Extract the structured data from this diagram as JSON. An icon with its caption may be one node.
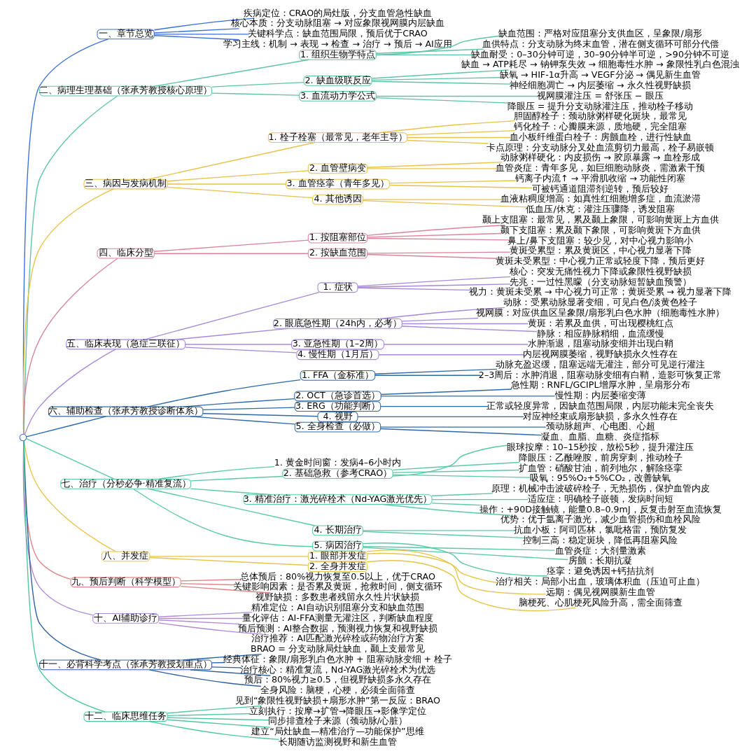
{
  "diagram": {
    "nodes": [
      {
        "text": [],
        "shape": "circle"
      },
      {
        "text": [
          "一、章节总览"
        ]
      },
      {
        "text": [
          "疾病定位：CRAO的局灶版，分支血管急性缺血"
        ]
      },
      {
        "text": [
          "核心本质：分支动脉阻塞 → 对应象限视网膜内层缺血"
        ]
      },
      {
        "text": [
          "关键科学点：缺血范围局限，预后优于CRAO"
        ]
      },
      {
        "text": [
          "学习主线：机制 → 表现 → 检查 → 治疗 → 预后 → AI应用"
        ]
      },
      {
        "text": [
          "二、病理生理基础（张承芳教授核心原理）"
        ]
      },
      {
        "text": [
          "1. 组织生物学特点"
        ]
      },
      {
        "text": [
          "缺血范围：严格对应阻塞分支供血区，呈象限/扇形"
        ]
      },
      {
        "text": [
          "血供特点：分支动脉为终末血管，潜在侧支循环可部分代偿"
        ]
      },
      {
        "text": [
          "缺血耐受：0–30分钟可逆，30–90分钟半可逆，>90分钟不可逆"
        ]
      },
      {
        "text": [
          "2. 缺血级联反应"
        ]
      },
      {
        "text": [
          "缺血 → ATP耗尽 → 钠钾泵失效 → 细胞毒性水肿 → 象限性乳白色混浊"
        ]
      },
      {
        "text": [
          "缺氧 → HIF-1α升高 → VEGF分泌 → 偶见新生血管"
        ]
      },
      {
        "text": [
          "神经细胞凋亡 → 内层萎缩 → 永久性视野缺损"
        ]
      },
      {
        "text": [
          "3. 血流动力学公式"
        ]
      },
      {
        "text": [
          "视网膜灌注压 = 舒张压 − 眼压"
        ]
      },
      {
        "text": [
          "降眼压 = 提升分支动脉灌注压，推动栓子移动"
        ]
      },
      {
        "text": [
          "三、病因与发病机制"
        ]
      },
      {
        "text": [
          "1. 栓子栓塞（最常见，老年主导）"
        ]
      },
      {
        "text": [
          "胆固醇栓子：颈动脉粥样硬化斑块，最常见"
        ]
      },
      {
        "text": [
          "钙化栓子：心瓣膜来源，质地硬，完全阻塞"
        ]
      },
      {
        "text": [
          "血小板纤维蛋白栓子：房颤血栓，进行性缺血"
        ]
      },
      {
        "text": [
          "卡点原理：分支动脉分叉处血流剪切力最高，栓子易嵌顿"
        ]
      },
      {
        "text": [
          "2. 血管壁病变"
        ]
      },
      {
        "text": [
          "动脉粥样硬化：内皮损伤 → 胶原暴露 → 血栓形成"
        ]
      },
      {
        "text": [
          "血管炎症：青年多见，如巨细胞动脉炎，需激素干预"
        ]
      },
      {
        "text": [
          "3. 血管痉挛（青年多见）"
        ]
      },
      {
        "text": [
          "钙离子内流↑ → 平滑肌收缩 → 功能性闭塞"
        ]
      },
      {
        "text": [
          "可被钙通道阻滞剂逆转，预后较好"
        ]
      },
      {
        "text": [
          "4. 其他诱因"
        ]
      },
      {
        "text": [
          "血液粘稠度增高：如真性红细胞增多症，血流淤滞"
        ]
      },
      {
        "text": [
          "低血压/休克：灌注压骤降，诱发阻塞"
        ]
      },
      {
        "text": [
          "四、临床分型"
        ]
      },
      {
        "text": [
          "1. 按阻塞部位"
        ]
      },
      {
        "text": [
          "颞上支阻塞：最常见，累及颞上象限，可影响黄斑上方血供"
        ]
      },
      {
        "text": [
          "颞下支阻塞：累及颞下象限，可影响黄斑下方血供"
        ]
      },
      {
        "text": [
          "鼻上/鼻下支阻塞：较少见，对中心视力影响小"
        ]
      },
      {
        "text": [
          "2. 按缺血范围"
        ]
      },
      {
        "text": [
          "黄斑受累型：累及黄斑区，中心视力显著下降"
        ]
      },
      {
        "text": [
          "黄斑未受累型：中心视力正常或轻度下降，预后更好"
        ]
      },
      {
        "text": [
          "五、临床表现（急症三联征）"
        ]
      },
      {
        "text": [
          "1. 症状"
        ]
      },
      {
        "text": [
          "核心：突发无痛性视力下降或象限性视野缺损"
        ]
      },
      {
        "text": [
          "先兆：一过性黑矇（分支动脉短暂缺血预警）"
        ]
      },
      {
        "text": [
          "视力：黄斑未受累 → 中心视力可正常；黄斑受累 → 视力显著下降"
        ]
      },
      {
        "text": [
          "2. 眼底急性期（24h内，必考）"
        ]
      },
      {
        "text": [
          "动脉：受累动脉显著变细，可见白色/淡黄色栓子"
        ]
      },
      {
        "text": [
          "视网膜：对应供血区呈象限/扇形乳白色水肿（细胞毒性水肿）"
        ]
      },
      {
        "text": [
          "黄斑：若累及血供，可出现樱桃红点"
        ]
      },
      {
        "text": [
          "静脉：相应静脉稍细，血流缓慢"
        ]
      },
      {
        "text": [
          "3. 亚急性期（1–2周）"
        ]
      },
      {
        "text": [
          "水肿渐退，阻塞动脉变细并出现白鞘"
        ]
      },
      {
        "text": [
          "4. 慢性期（1月后）"
        ]
      },
      {
        "text": [
          "内层视网膜萎缩，视野缺损永久性存在"
        ]
      },
      {
        "text": [
          "六、辅助检查（张承芳教授诊断体系）"
        ]
      },
      {
        "text": [
          "1. FFA（金标准）"
        ]
      },
      {
        "text": [
          "动脉充盈迟缓，阻塞远端无灌注，部分可见逆行灌注"
        ]
      },
      {
        "text": [
          "2–3周后：水肿消退，阻塞动脉变细有白鞘，造影可恢复正常"
        ]
      },
      {
        "text": [
          "2. OCT（急诊首选）"
        ]
      },
      {
        "text": [
          "急性期：RNFL/GCIPL增厚水肿，呈扇形分布"
        ]
      },
      {
        "text": [
          "慢性期：内层萎缩变薄"
        ]
      },
      {
        "text": [
          "3. ERG（功能判断）"
        ]
      },
      {
        "text": [
          "正常或轻度异常，因缺血范围局限，内层功能未完全丧失"
        ]
      },
      {
        "text": [
          "4. 视野"
        ]
      },
      {
        "text": [
          "对应神经束或扇形缺损，多永久性存在"
        ]
      },
      {
        "text": [
          "5. 全身检查（必做）"
        ]
      },
      {
        "text": [
          "颈动脉超声、心电图、心超"
        ]
      },
      {
        "text": [
          "凝血、血脂、血糖、炎症指标"
        ]
      },
      {
        "text": [
          "七、治疗（分秒必争·精准复流）"
        ]
      },
      {
        "text": [
          "1. 黄金时间窗：发病4–6小时内"
        ]
      },
      {
        "text": [
          "2. 基础急救（参考CRAO）"
        ]
      },
      {
        "text": [
          "眼球按摩：10–15秒按，放松5秒，提升灌注压"
        ]
      },
      {
        "text": [
          "降眼压：乙酰唑胺，前房穿刺，推动栓子"
        ]
      },
      {
        "text": [
          "扩血管：硝酸甘油，前列地尔，解除痉挛"
        ]
      },
      {
        "text": [
          "吸氧：95%O₂+5%CO₂，改善缺氧"
        ]
      },
      {
        "text": [
          "3. 精准治疗：激光碎栓术（Nd-YAG激光优先）"
        ]
      },
      {
        "text": [
          "原理：机械冲击波破碎栓子，无热损伤，保护血管内皮"
        ]
      },
      {
        "text": [
          "适应症：明确栓子嵌顿，发病时间短"
        ]
      },
      {
        "text": [
          "操作：+90D接触镜，能量0.8–0.9mJ，反复击射至血流恢复"
        ]
      },
      {
        "text": [
          "优势：优于氩离子激光，减少血管损伤和血栓风险"
        ]
      },
      {
        "text": [
          "4. 长期治疗"
        ]
      },
      {
        "text": [
          "抗血小板：阿司匹林，氯吡格雷，预防复发"
        ]
      },
      {
        "text": [
          "控制三高：稳定斑块，降低再阻塞风险"
        ]
      },
      {
        "text": [
          "5. 病因治疗"
        ]
      },
      {
        "text": [
          "血管炎症：大剂量激素"
        ]
      },
      {
        "text": [
          "房颤：长期抗凝"
        ]
      },
      {
        "text": [
          "痉挛：避免诱因+钙拮抗剂"
        ]
      },
      {
        "text": [
          "八、并发症"
        ]
      },
      {
        "text": [
          "1. 眼部并发症"
        ]
      },
      {
        "text": [
          "治疗相关：局部小出血，玻璃体积血（压迫可止血）"
        ]
      },
      {
        "text": [
          "远期：偶见视网膜新生血管"
        ]
      },
      {
        "text": [
          "2. 全身并发症"
        ]
      },
      {
        "text": [
          "脑梗死、心肌梗死风险升高，需全面筛查"
        ]
      },
      {
        "text": [
          "九、预后判断（科学模型）"
        ]
      },
      {
        "text": [
          "总体预后：80%视力恢复至0.5以上，优于CRAO"
        ]
      },
      {
        "text": [
          "关键影响因素：是否累及黄斑，抢救时间，侧支循环"
        ]
      },
      {
        "text": [
          "视野缺损：多数患者残留永久性片状缺损"
        ]
      },
      {
        "text": [
          "十、AI辅助诊疗"
        ]
      },
      {
        "text": [
          "精准定位：AI自动识别阻塞分支和缺血范围"
        ]
      },
      {
        "text": [
          "量化评估：AI-FFA测量无灌注区，判断缺血程度"
        ]
      },
      {
        "text": [
          "预后预测：AI整合数据，预测视力恢复和视野缺损"
        ]
      },
      {
        "text": [
          "治疗推荐：AI匹配激光碎栓或药物治疗方案"
        ]
      },
      {
        "text": [
          "十一、必背科学考点（张承芳教授划重点）"
        ]
      },
      {
        "text": [
          "BRAO = 分支动脉局灶缺血，颞上支最常见"
        ]
      },
      {
        "text": [
          "经典体征：象限/扇形乳白色水肿 + 阻塞动脉变细 + 栓子"
        ]
      },
      {
        "text": [
          "治疗核心：精准复流，Nd-YAG激光碎栓术为优选"
        ]
      },
      {
        "text": [
          "预后：80%视力≥0.5，但视野缺损多永久存在"
        ]
      },
      {
        "text": [
          "全身风险：脑梗，心梗，必须全面筛查"
        ]
      },
      {
        "text": [
          "十二、临床思维任务"
        ]
      },
      {
        "text": [
          "见到“象限性视野缺损+扇形水肿”第一反应：BRAO"
        ]
      },
      {
        "text": [
          "立刻执行：按摩→扩管→降眼压→影像学定位"
        ]
      },
      {
        "text": [
          "同步排查栓子来源（颈动脉/心脏）"
        ]
      },
      {
        "text": [
          "建立“局灶缺血—精准治疗—功能保护”思维"
        ]
      },
      {
        "text": [
          "长期随访监测视野和新生血管"
        ]
      }
    ],
    "edges": [
      {
        "from": 0,
        "to": 1,
        "arrow": "none",
        "color": "#3a6fd8"
      },
      {
        "from": 1,
        "to": 2,
        "arrow": "none",
        "color": "#3a6fd8"
      },
      {
        "from": 1,
        "to": 3,
        "arrow": "none",
        "color": "#3a6fd8"
      },
      {
        "from": 1,
        "to": 4,
        "arrow": "none",
        "color": "#3a6fd8"
      },
      {
        "from": 1,
        "to": 5,
        "arrow": "none",
        "color": "#3a6fd8"
      },
      {
        "from": 0,
        "to": 6,
        "arrow": "none",
        "color": "#5ec4a8"
      },
      {
        "from": 6,
        "to": 7,
        "arrow": "none",
        "color": "#5ec4a8"
      },
      {
        "from": 7,
        "to": 8,
        "arrow": "none",
        "color": "#5ec4a8"
      },
      {
        "from": 7,
        "to": 9,
        "arrow": "none",
        "color": "#5ec4a8"
      },
      {
        "from": 7,
        "to": 10,
        "arrow": "none",
        "color": "#5ec4a8"
      },
      {
        "from": 6,
        "to": 11,
        "arrow": "none",
        "color": "#5ec4a8"
      },
      {
        "from": 11,
        "to": 12,
        "arrow": "none",
        "color": "#5ec4a8"
      },
      {
        "from": 11,
        "to": 13,
        "arrow": "none",
        "color": "#5ec4a8"
      },
      {
        "from": 11,
        "to": 14,
        "arrow": "none",
        "color": "#5ec4a8"
      },
      {
        "from": 6,
        "to": 15,
        "arrow": "none",
        "color": "#5ec4a8"
      },
      {
        "from": 15,
        "to": 16,
        "arrow": "none",
        "color": "#5ec4a8"
      },
      {
        "from": 15,
        "to": 17,
        "arrow": "none",
        "color": "#5ec4a8"
      },
      {
        "from": 0,
        "to": 18,
        "arrow": "none",
        "color": "#e8c24a"
      },
      {
        "from": 18,
        "to": 19,
        "arrow": "none",
        "color": "#e8c24a"
      },
      {
        "from": 19,
        "to": 20,
        "arrow": "none",
        "color": "#e8c24a"
      },
      {
        "from": 19,
        "to": 21,
        "arrow": "none",
        "color": "#e8c24a"
      },
      {
        "from": 19,
        "to": 22,
        "arrow": "none",
        "color": "#e8c24a"
      },
      {
        "from": 19,
        "to": 23,
        "arrow": "none",
        "color": "#e8c24a"
      },
      {
        "from": 18,
        "to": 24,
        "arrow": "none",
        "color": "#e8c24a"
      },
      {
        "from": 24,
        "to": 25,
        "arrow": "none",
        "color": "#e8c24a"
      },
      {
        "from": 24,
        "to": 26,
        "arrow": "none",
        "color": "#e8c24a"
      },
      {
        "from": 18,
        "to": 27,
        "arrow": "none",
        "color": "#e8c24a"
      },
      {
        "from": 27,
        "to": 28,
        "arrow": "none",
        "color": "#e8c24a"
      },
      {
        "from": 27,
        "to": 29,
        "arrow": "none",
        "color": "#e8c24a"
      },
      {
        "from": 18,
        "to": 30,
        "arrow": "none",
        "color": "#e8c24a"
      },
      {
        "from": 30,
        "to": 31,
        "arrow": "none",
        "color": "#e8c24a"
      },
      {
        "from": 30,
        "to": 32,
        "arrow": "none",
        "color": "#e8c24a"
      },
      {
        "from": 0,
        "to": 33,
        "arrow": "none",
        "color": "#d9849a"
      },
      {
        "from": 33,
        "to": 34,
        "arrow": "none",
        "color": "#d9849a"
      },
      {
        "from": 34,
        "to": 35,
        "arrow": "none",
        "color": "#d9849a"
      },
      {
        "from": 34,
        "to": 36,
        "arrow": "none",
        "color": "#d9849a"
      },
      {
        "from": 34,
        "to": 37,
        "arrow": "none",
        "color": "#d9849a"
      },
      {
        "from": 33,
        "to": 38,
        "arrow": "none",
        "color": "#d9849a"
      },
      {
        "from": 38,
        "to": 39,
        "arrow": "none",
        "color": "#d9849a"
      },
      {
        "from": 38,
        "to": 40,
        "arrow": "none",
        "color": "#d9849a"
      },
      {
        "from": 0,
        "to": 41,
        "arrow": "none",
        "color": "#a888d8"
      },
      {
        "from": 41,
        "to": 42,
        "arrow": "none",
        "color": "#a888d8"
      },
      {
        "from": 42,
        "to": 43,
        "arrow": "none",
        "color": "#a888d8"
      },
      {
        "from": 42,
        "to": 44,
        "arrow": "none",
        "color": "#a888d8"
      },
      {
        "from": 42,
        "to": 45,
        "arrow": "none",
        "color": "#a888d8"
      },
      {
        "from": 41,
        "to": 46,
        "arrow": "none",
        "color": "#a888d8"
      },
      {
        "from": 46,
        "to": 47,
        "arrow": "none",
        "color": "#a888d8"
      },
      {
        "from": 46,
        "to": 48,
        "arrow": "none",
        "color": "#a888d8"
      },
      {
        "from": 46,
        "to": 49,
        "arrow": "none",
        "color": "#a888d8"
      },
      {
        "from": 46,
        "to": 50,
        "arrow": "none",
        "color": "#a888d8"
      },
      {
        "from": 41,
        "to": 51,
        "arrow": "none",
        "color": "#a888d8"
      },
      {
        "from": 51,
        "to": 52,
        "arrow": "none",
        "color": "#a888d8"
      },
      {
        "from": 41,
        "to": 53,
        "arrow": "none",
        "color": "#a888d8"
      },
      {
        "from": 53,
        "to": 54,
        "arrow": "none",
        "color": "#a888d8"
      },
      {
        "from": 0,
        "to": 55,
        "arrow": "none",
        "color": "#2f6aa8"
      },
      {
        "from": 55,
        "to": 56,
        "arrow": "none",
        "color": "#2f6aa8"
      },
      {
        "from": 56,
        "to": 57,
        "arrow": "none",
        "color": "#2f6aa8"
      },
      {
        "from": 56,
        "to": 58,
        "arrow": "none",
        "color": "#2f6aa8"
      },
      {
        "from": 55,
        "to": 59,
        "arrow": "none",
        "color": "#2f6aa8"
      },
      {
        "from": 59,
        "to": 60,
        "arrow": "none",
        "color": "#2f6aa8"
      },
      {
        "from": 59,
        "to": 61,
        "arrow": "none",
        "color": "#2f6aa8"
      },
      {
        "from": 55,
        "to": 62,
        "arrow": "none",
        "color": "#2f6aa8"
      },
      {
        "from": 62,
        "to": 63,
        "arrow": "none",
        "color": "#2f6aa8"
      },
      {
        "from": 55,
        "to": 64,
        "arrow": "none",
        "color": "#2f6aa8"
      },
      {
        "from": 64,
        "to": 65,
        "arrow": "none",
        "color": "#2f6aa8"
      },
      {
        "from": 55,
        "to": 66,
        "arrow": "none",
        "color": "#2f6aa8"
      },
      {
        "from": 66,
        "to": 67,
        "arrow": "none",
        "color": "#2f6aa8"
      },
      {
        "from": 66,
        "to": 68,
        "arrow": "none",
        "color": "#2f6aa8"
      },
      {
        "from": 0,
        "to": 69,
        "arrow": "none",
        "color": "#5cc8a8"
      },
      {
        "from": 69,
        "to": 70,
        "arrow": "none",
        "color": "#5cc8a8"
      },
      {
        "from": 69,
        "to": 71,
        "arrow": "none",
        "color": "#5cc8a8"
      },
      {
        "from": 71,
        "to": 72,
        "arrow": "none",
        "color": "#5cc8a8"
      },
      {
        "from": 71,
        "to": 73,
        "arrow": "none",
        "color": "#5cc8a8"
      },
      {
        "from": 71,
        "to": 74,
        "arrow": "none",
        "color": "#5cc8a8"
      },
      {
        "from": 71,
        "to": 75,
        "arrow": "none",
        "color": "#5cc8a8"
      },
      {
        "from": 69,
        "to": 76,
        "arrow": "none",
        "color": "#5cc8a8"
      },
      {
        "from": 76,
        "to": 77,
        "arrow": "none",
        "color": "#5cc8a8"
      },
      {
        "from": 76,
        "to": 78,
        "arrow": "none",
        "color": "#5cc8a8"
      },
      {
        "from": 76,
        "to": 79,
        "arrow": "none",
        "color": "#5cc8a8"
      },
      {
        "from": 76,
        "to": 80,
        "arrow": "none",
        "color": "#5cc8a8"
      },
      {
        "from": 69,
        "to": 81,
        "arrow": "none",
        "color": "#5cc8a8"
      },
      {
        "from": 81,
        "to": 82,
        "arrow": "none",
        "color": "#5cc8a8"
      },
      {
        "from": 81,
        "to": 83,
        "arrow": "none",
        "color": "#5cc8a8"
      },
      {
        "from": 69,
        "to": 84,
        "arrow": "none",
        "color": "#5cc8a8"
      },
      {
        "from": 84,
        "to": 85,
        "arrow": "none",
        "color": "#5cc8a8"
      },
      {
        "from": 84,
        "to": 86,
        "arrow": "none",
        "color": "#5cc8a8"
      },
      {
        "from": 84,
        "to": 87,
        "arrow": "none",
        "color": "#5cc8a8"
      },
      {
        "from": 0,
        "to": 88,
        "arrow": "none",
        "color": "#e6c44a"
      },
      {
        "from": 88,
        "to": 89,
        "arrow": "none",
        "color": "#e6c44a"
      },
      {
        "from": 89,
        "to": 90,
        "arrow": "none",
        "color": "#e6c44a"
      },
      {
        "from": 89,
        "to": 91,
        "arrow": "none",
        "color": "#e6c44a"
      },
      {
        "from": 88,
        "to": 92,
        "arrow": "none",
        "color": "#e6c44a"
      },
      {
        "from": 92,
        "to": 93,
        "arrow": "none",
        "color": "#e6c44a"
      },
      {
        "from": 0,
        "to": 94,
        "arrow": "none",
        "color": "#e08484"
      },
      {
        "from": 94,
        "to": 95,
        "arrow": "none",
        "color": "#e08484"
      },
      {
        "from": 94,
        "to": 96,
        "arrow": "none",
        "color": "#e08484"
      },
      {
        "from": 94,
        "to": 97,
        "arrow": "none",
        "color": "#e08484"
      },
      {
        "from": 0,
        "to": 98,
        "arrow": "none",
        "color": "#b08ad8"
      },
      {
        "from": 98,
        "to": 99,
        "arrow": "none",
        "color": "#b08ad8"
      },
      {
        "from": 98,
        "to": 100,
        "arrow": "none",
        "color": "#b08ad8"
      },
      {
        "from": 98,
        "to": 101,
        "arrow": "none",
        "color": "#b08ad8"
      },
      {
        "from": 98,
        "to": 102,
        "arrow": "none",
        "color": "#b08ad8"
      },
      {
        "from": 0,
        "to": 103,
        "arrow": "none",
        "color": "#2b5fa0"
      },
      {
        "from": 103,
        "to": 104,
        "arrow": "none",
        "color": "#2b5fa0"
      },
      {
        "from": 103,
        "to": 105,
        "arrow": "none",
        "color": "#2b5fa0"
      },
      {
        "from": 103,
        "to": 106,
        "arrow": "none",
        "color": "#2b5fa0"
      },
      {
        "from": 103,
        "to": 107,
        "arrow": "none",
        "color": "#2b5fa0"
      },
      {
        "from": 103,
        "to": 108,
        "arrow": "none",
        "color": "#2b5fa0"
      },
      {
        "from": 0,
        "to": 109,
        "arrow": "none",
        "color": "#4cc8a0"
      },
      {
        "from": 109,
        "to": 110,
        "arrow": "none",
        "color": "#4cc8a0"
      },
      {
        "from": 109,
        "to": 111,
        "arrow": "none",
        "color": "#4cc8a0"
      },
      {
        "from": 109,
        "to": 112,
        "arrow": "none",
        "color": "#4cc8a0"
      },
      {
        "from": 109,
        "to": 113,
        "arrow": "none",
        "color": "#4cc8a0"
      },
      {
        "from": 109,
        "to": 114,
        "arrow": "none",
        "color": "#4cc8a0"
      }
    ]
  }
}
